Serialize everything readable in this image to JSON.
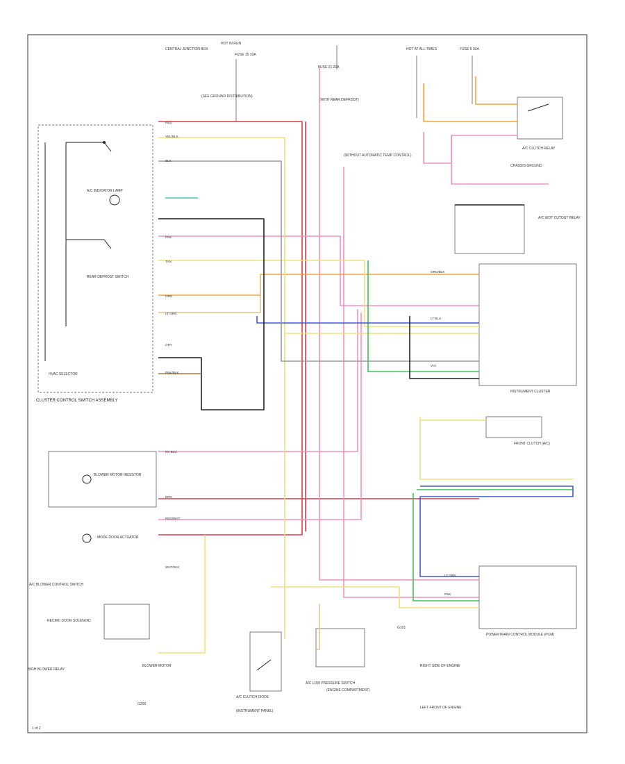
{
  "diagram": {
    "page_number": "1 of 2",
    "blocks": {
      "cluster_switch": "CLUSTER CONTROL SWITCH ASSEMBLY",
      "blower_switch": "A/C BLOWER CONTROL SWITCH",
      "instrument_cluster": "INSTRUMENT CLUSTER",
      "pcm": "POWERTRAIN CONTROL MODULE (PCM)",
      "compressor_relay": "A/C CLUTCH RELAY",
      "wot_relay": "A/C WOT CUTOUT RELAY",
      "pressure_switch": "A/C LOW PRESSURE SWITCH",
      "clutch_diode": "A/C CLUTCH DIODE",
      "front_clutch": "FRONT CLUTCH (A/C)",
      "blower_motor": "BLOWER MOTOR",
      "high_blower_relay": "HIGH BLOWER RELAY",
      "blower_resistor": "BLOWER MOTOR RESISTOR",
      "recirc_door": "RECIRC DOOR SOLENOID",
      "mode_door": "MODE DOOR ACTUATOR",
      "defrost": "REAR DEFROST SWITCH",
      "hvac": "HVAC SELECTOR",
      "lamp": "A/C INDICATOR LAMP"
    },
    "top_labels": {
      "fuse_block": "HOT IN RUN",
      "central_junction": "CENTRAL JUNCTION BOX",
      "fuse_a": "FUSE 15 10A",
      "fuse_b": "FUSE 21 20A",
      "hot_start": "HOT AT ALL TIMES",
      "fuse_c": "FUSE 5 30A",
      "g200": "G200",
      "g101": "G101"
    },
    "notes": {
      "n1": "(SEE GROUND DISTRIBUTION)",
      "n2": "(WITH REAR DEFROST)",
      "n3": "(WITHOUT AUTOMATIC TEMP CONTROL)",
      "n4": "CHASSIS GROUND",
      "n5": "(ENGINE COMPARTMENT)",
      "n6": "(INSTRUMENT PANEL)",
      "n7": "RIGHT SIDE OF ENGINE",
      "n8": "LEFT FRONT OF ENGINE"
    },
    "wire_colors": {
      "red": "RED",
      "yel_blk": "YEL/BLK",
      "org": "ORG",
      "pnk": "PNK",
      "lt_grn": "LT GRN",
      "dk_blu": "DK BLU",
      "brn": "BRN",
      "blk": "BLK",
      "gry": "GRY",
      "tan": "TAN",
      "pnk_blk": "PNK/BLK",
      "red_wht": "RED/WHT",
      "wht_blk": "WHT/BLK",
      "org_blk": "ORG/BLK",
      "lt_blu": "LT BLU",
      "vio": "VIO"
    },
    "colors": {
      "red": "#e03a4b",
      "pink": "#f291c4",
      "orange": "#f4a23c",
      "yellow": "#efe07a",
      "tan": "#e2c48a",
      "green": "#3bbf5a",
      "blue": "#3f58d8",
      "ltblue": "#6ab8e8",
      "gray": "#9a9a9a",
      "black": "#222222",
      "brown": "#b07a44",
      "cyan": "#48c2c2",
      "violet": "#8a54c8"
    }
  }
}
